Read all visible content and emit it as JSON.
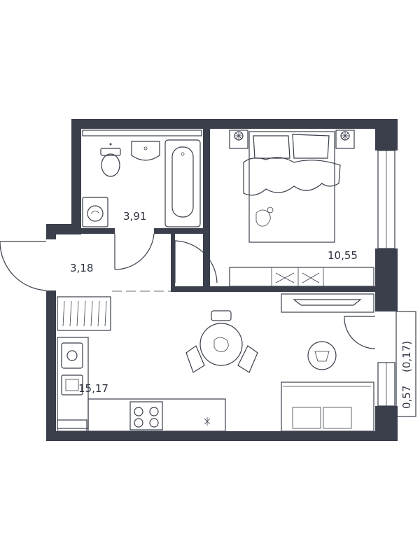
{
  "rooms": {
    "bathroom": {
      "area": "3,91"
    },
    "hallway": {
      "area": "3,18"
    },
    "bedroom": {
      "area": "10,55"
    },
    "kitchen_living": {
      "area": "15,17"
    }
  },
  "balcony": {
    "area": "0,57",
    "area_reduced": "(0,17)"
  },
  "colors": {
    "wall": "#3a3f4b",
    "background": "#ffffff"
  },
  "icons": [
    "toilet-icon",
    "sink-icon",
    "bathtub-icon",
    "washing-machine-icon",
    "bed-icon",
    "lamp-icon",
    "wardrobe-icon",
    "tv-icon",
    "dining-table-icon",
    "chair-icon",
    "armchair-icon",
    "sofa-icon",
    "stove-icon",
    "kitchen-sink-icon",
    "radiator-icon"
  ]
}
